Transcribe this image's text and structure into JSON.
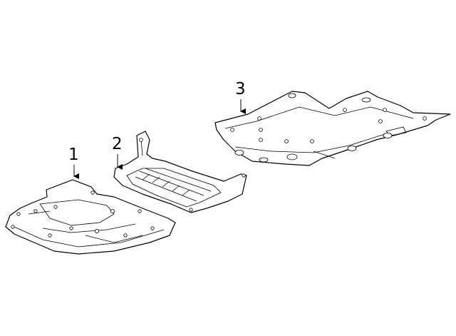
{
  "diagram": {
    "callouts": [
      {
        "id": "1",
        "label": "1"
      },
      {
        "id": "2",
        "label": "2"
      },
      {
        "id": "3",
        "label": "3"
      }
    ],
    "line_color": "#000000",
    "background_color": "#ffffff"
  }
}
